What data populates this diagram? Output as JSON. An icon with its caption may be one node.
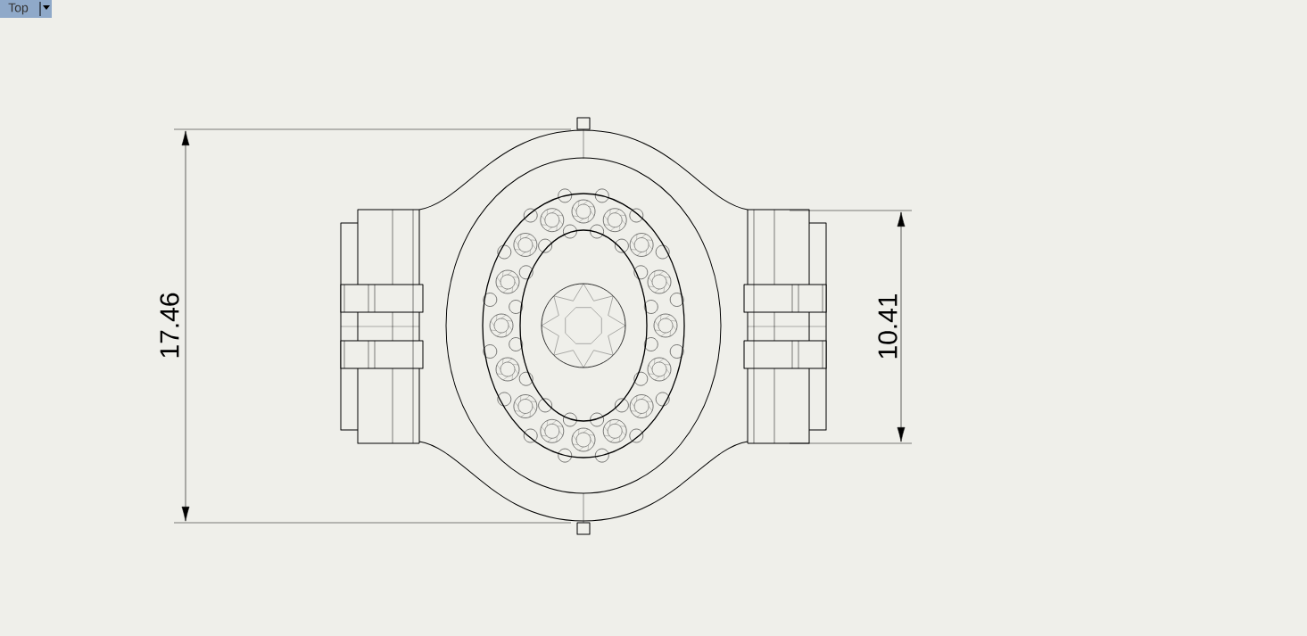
{
  "diagram": {
    "labels": [
      "Top",
      "17.46",
      "10.41"
    ]
  }
}
